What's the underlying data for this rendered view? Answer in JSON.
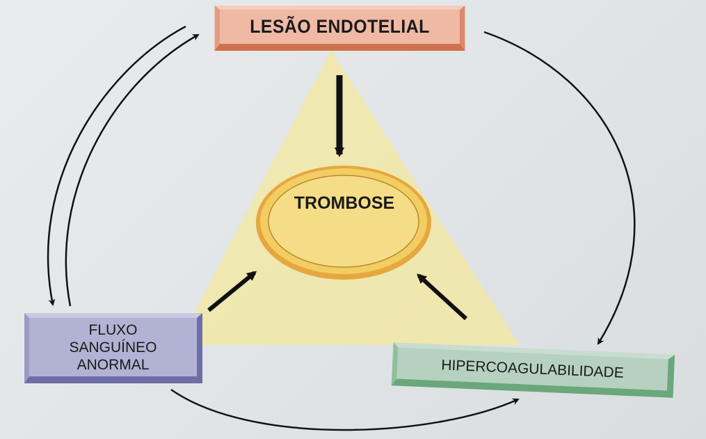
{
  "diagram": {
    "top_node": "LESÃO ENDOTELIAL",
    "center_node": "TROMBOSE",
    "left_node_lines": [
      "FLUXO",
      "SANGUÍNEO",
      "ANORMAL"
    ],
    "right_node": "HIPERCOAGULABILIDADE"
  },
  "colors": {
    "triangle": "#f1e7a6",
    "top_node": "#efb9a4",
    "center_node": "#ecc65e",
    "left_node": "#b2b2d4",
    "right_node": "#b6d1bf"
  }
}
